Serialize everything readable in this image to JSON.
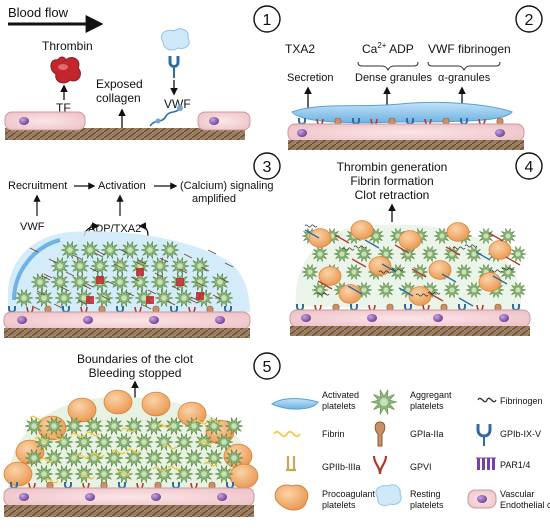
{
  "panel1": {
    "number": "1",
    "blood_flow": "Blood flow",
    "thrombin": "Thrombin",
    "tf": "TF",
    "exposed_collagen_1": "Exposed",
    "exposed_collagen_2": "collagen",
    "vwf": "VWF"
  },
  "panel2": {
    "number": "2",
    "txa2": "TXA2",
    "ca_adp_prefix": "Ca",
    "ca_sup": "2+",
    "ca_adp_suffix": " ADP",
    "vwf_fibrinogen": "VWF fibrinogen",
    "secretion": "Secretion",
    "dense_granules": "Dense granules",
    "alpha_granules": "α-granules"
  },
  "panel3": {
    "number": "3",
    "recruitment": "Recruitment",
    "activation": "Activation",
    "signaling_1": "(Calcium) signaling",
    "signaling_2": "amplified",
    "vwf": "VWF",
    "adp_txa2": "ADP/TXA2"
  },
  "panel4": {
    "number": "4",
    "line1": "Thrombin generation",
    "line2": "Fibrin formation",
    "line3": "Clot retraction"
  },
  "panel5": {
    "number": "5",
    "line1": "Boundaries of the clot",
    "line2": "Bleeding stopped"
  },
  "legend": {
    "activated_platelets_1": "Activated",
    "activated_platelets_2": "platelets",
    "aggregant_platelets_1": "Aggregant",
    "aggregant_platelets_2": "platelets",
    "fibrinogen": "Fibrinogen",
    "fibrin": "Fibrin",
    "gpiaiia": "GPIa-IIa",
    "gpibixv": "GPIb-IX-V",
    "gpiibiiia": "GPIIb-IIIa",
    "gpvi": "GPVI",
    "par": "PAR1/4",
    "procoagulant_1": "Procoagulant",
    "procoagulant_2": "platelets",
    "resting_1": "Resting",
    "resting_2": "platelets",
    "vascular_1": "Vascular",
    "vascular_2": "Endothelial cell"
  },
  "colors": {
    "endothelium": "#f3d3d6",
    "nucleus": "#8a5bb0",
    "collagen": "#8a6a3a",
    "activated_platelet": "#8dc6ec",
    "aggregant_platelet": "#8fb87a",
    "procoagulant_platelet": "#f2b47c",
    "thrombin": "#c1272d",
    "gpib": "#2d6da3",
    "gpvi": "#b03a2e"
  }
}
